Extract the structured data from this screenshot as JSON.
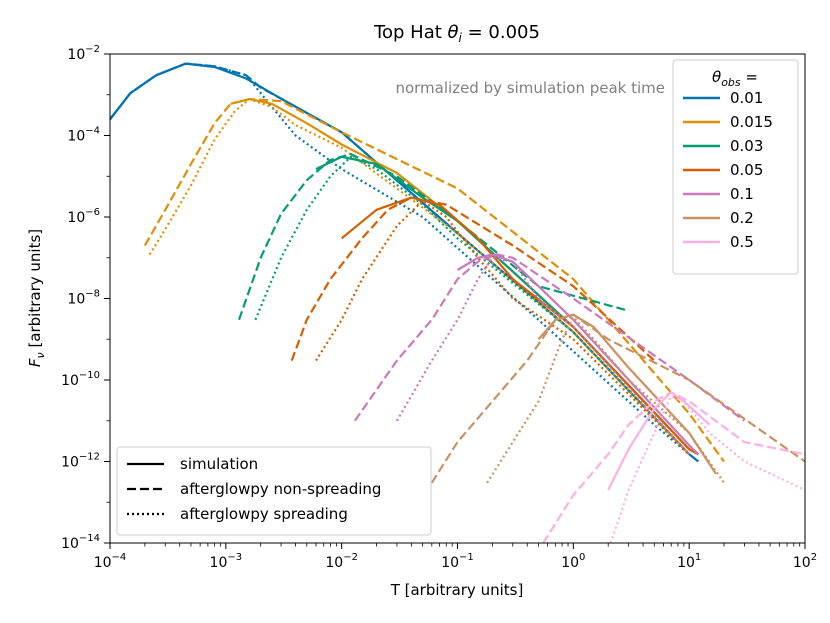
{
  "chart_data": {
    "type": "line",
    "title_prefix": "Top Hat ",
    "title_theta": "θ",
    "title_sub": "i",
    "title_suffix": " = 0.005",
    "xlabel": "T [arbitrary units]",
    "ylabel_main": "F",
    "ylabel_sub": "ν",
    "ylabel_rest": " [arbitrary units]",
    "x_scale": "log",
    "y_scale": "log",
    "xlim": [
      0.0001,
      100
    ],
    "ylim": [
      1e-14,
      0.01
    ],
    "x_ticks": [
      {
        "value": 0.0001,
        "base": "10",
        "exp": "−4"
      },
      {
        "value": 0.001,
        "base": "10",
        "exp": "−3"
      },
      {
        "value": 0.01,
        "base": "10",
        "exp": "−2"
      },
      {
        "value": 0.1,
        "base": "10",
        "exp": "−1"
      },
      {
        "value": 1,
        "base": "10",
        "exp": "0"
      },
      {
        "value": 10,
        "base": "10",
        "exp": "1"
      },
      {
        "value": 100,
        "base": "10",
        "exp": "2"
      }
    ],
    "y_ticks": [
      {
        "value": 1e-14,
        "base": "10",
        "exp": "−14"
      },
      {
        "value": 1e-12,
        "base": "10",
        "exp": "−12"
      },
      {
        "value": 1e-10,
        "base": "10",
        "exp": "−10"
      },
      {
        "value": 1e-08,
        "base": "10",
        "exp": "−8"
      },
      {
        "value": 1e-06,
        "base": "10",
        "exp": "−6"
      },
      {
        "value": 0.0001,
        "base": "10",
        "exp": "−4"
      },
      {
        "value": 0.01,
        "base": "10",
        "exp": "−2"
      }
    ],
    "annotation": "normalized by simulation peak time",
    "legend_colors": {
      "title_theta": "θ",
      "title_sub": "obs",
      "title_suffix": " =",
      "placement": "upper-right"
    },
    "legend_styles": {
      "placement": "lower-left",
      "items": [
        {
          "label": "simulation",
          "style": "solid"
        },
        {
          "label": "afterglowpy non-spreading",
          "style": "dashed"
        },
        {
          "label": "afterglowpy spreading",
          "style": "dotted"
        }
      ]
    },
    "series": [
      {
        "name": "0.01",
        "color": "#0173b2",
        "simulation": [
          [
            0.0001,
            0.00025
          ],
          [
            0.00015,
            0.0011
          ],
          [
            0.00025,
            0.003
          ],
          [
            0.00045,
            0.0058
          ],
          [
            0.0008,
            0.0048
          ],
          [
            0.0015,
            0.0025
          ],
          [
            0.003,
            0.0008
          ],
          [
            0.01,
            0.00012
          ],
          [
            0.1,
            4e-07
          ],
          [
            1,
            1.5e-09
          ],
          [
            10,
            1.5e-12
          ],
          [
            12,
            1e-12
          ]
        ],
        "nonspreading": [
          [
            0.0001,
            0.00025
          ],
          [
            0.00015,
            0.0011
          ],
          [
            0.00025,
            0.003
          ],
          [
            0.00045,
            0.0058
          ],
          [
            0.0008,
            0.005
          ],
          [
            0.0015,
            0.003
          ],
          [
            0.002,
            0.0015
          ],
          [
            0.003,
            0.0008
          ],
          [
            0.01,
            0.00012
          ],
          [
            0.1,
            4e-07
          ],
          [
            1,
            1.5e-09
          ],
          [
            10,
            1.5e-12
          ]
        ],
        "spreading": [
          [
            0.0001,
            0.00025
          ],
          [
            0.00015,
            0.0011
          ],
          [
            0.00025,
            0.003
          ],
          [
            0.00045,
            0.0058
          ],
          [
            0.0008,
            0.005
          ],
          [
            0.0015,
            0.003
          ],
          [
            0.0025,
            0.0005
          ],
          [
            0.004,
            0.0001
          ],
          [
            0.01,
            1.5e-05
          ],
          [
            0.05,
            1e-06
          ],
          [
            0.5,
            3e-09
          ],
          [
            5,
            8e-12
          ],
          [
            10,
            1.5e-12
          ]
        ]
      },
      {
        "name": "0.015",
        "color": "#de8f05",
        "simulation": [
          [
            0.0011,
            0.0006
          ],
          [
            0.0016,
            0.00078
          ],
          [
            0.0025,
            0.0006
          ],
          [
            0.005,
            0.0002
          ],
          [
            0.01,
            6e-05
          ],
          [
            0.03,
            1.2e-05
          ],
          [
            0.1,
            8e-07
          ],
          [
            1,
            2e-09
          ],
          [
            10,
            2e-12
          ],
          [
            12,
            1.5e-12
          ]
        ],
        "nonspreading": [
          [
            0.0002,
            2e-07
          ],
          [
            0.0003,
            1.5e-06
          ],
          [
            0.0005,
            2e-05
          ],
          [
            0.0008,
            0.0002
          ],
          [
            0.0011,
            0.0006
          ],
          [
            0.0016,
            0.00078
          ],
          [
            0.003,
            0.0007
          ],
          [
            0.01,
            0.00012
          ],
          [
            0.1,
            5e-06
          ],
          [
            1,
            3e-08
          ],
          [
            10,
            1.5e-11
          ],
          [
            20,
            1e-12
          ]
        ],
        "spreading": [
          [
            0.00022,
            1.2e-07
          ],
          [
            0.0003,
            5e-07
          ],
          [
            0.0005,
            6e-06
          ],
          [
            0.0008,
            8e-05
          ],
          [
            0.0012,
            0.0004
          ],
          [
            0.0016,
            0.00078
          ],
          [
            0.0025,
            0.0005
          ],
          [
            0.004,
            0.00018
          ],
          [
            0.01,
            5e-05
          ],
          [
            0.03,
            5e-06
          ],
          [
            0.1,
            4e-07
          ],
          [
            1,
            1.5e-09
          ],
          [
            10,
            1.5e-12
          ]
        ]
      },
      {
        "name": "0.03",
        "color": "#029e73",
        "simulation": [
          [
            0.006,
            1.5e-05
          ],
          [
            0.01,
            3e-05
          ],
          [
            0.02,
            2e-05
          ],
          [
            0.05,
            3e-06
          ],
          [
            0.1,
            8e-07
          ],
          [
            1,
            2e-09
          ],
          [
            10,
            2e-12
          ],
          [
            12,
            1.5e-12
          ]
        ],
        "nonspreading": [
          [
            0.0013,
            3e-09
          ],
          [
            0.002,
            1e-07
          ],
          [
            0.003,
            1.2e-06
          ],
          [
            0.005,
            8e-06
          ],
          [
            0.008,
            2.5e-05
          ],
          [
            0.012,
            3.5e-05
          ],
          [
            0.03,
            1e-05
          ],
          [
            0.1,
            8e-07
          ],
          [
            0.5,
            2e-08
          ],
          [
            3,
            5e-09
          ]
        ],
        "spreading": [
          [
            0.0018,
            3e-09
          ],
          [
            0.003,
            1e-07
          ],
          [
            0.005,
            1.5e-06
          ],
          [
            0.008,
            1e-05
          ],
          [
            0.012,
            3e-05
          ],
          [
            0.02,
            1.5e-05
          ],
          [
            0.05,
            2e-06
          ],
          [
            0.1,
            3e-07
          ],
          [
            1,
            1.5e-09
          ],
          [
            10,
            1.5e-12
          ]
        ]
      },
      {
        "name": "0.05",
        "color": "#d55e00",
        "simulation": [
          [
            0.01,
            3e-07
          ],
          [
            0.02,
            1.5e-06
          ],
          [
            0.04,
            3e-06
          ],
          [
            0.07,
            2e-06
          ],
          [
            0.15,
            3e-07
          ],
          [
            0.3,
            3e-08
          ],
          [
            1,
            2e-09
          ],
          [
            10,
            2e-12
          ],
          [
            12,
            1.5e-12
          ]
        ],
        "nonspreading": [
          [
            0.0037,
            3e-10
          ],
          [
            0.005,
            3e-09
          ],
          [
            0.008,
            3e-08
          ],
          [
            0.015,
            3e-07
          ],
          [
            0.025,
            1.5e-06
          ],
          [
            0.04,
            3e-06
          ],
          [
            0.08,
            2e-06
          ],
          [
            0.3,
            2e-07
          ],
          [
            1,
            2e-08
          ],
          [
            5,
            3e-10
          ]
        ],
        "spreading": [
          [
            0.006,
            3e-10
          ],
          [
            0.01,
            3e-09
          ],
          [
            0.015,
            3e-08
          ],
          [
            0.03,
            6e-07
          ],
          [
            0.05,
            2.5e-06
          ],
          [
            0.08,
            1e-06
          ],
          [
            0.15,
            1e-07
          ],
          [
            0.3,
            1e-08
          ],
          [
            1,
            1e-09
          ],
          [
            10,
            1.5e-12
          ]
        ]
      },
      {
        "name": "0.1",
        "color": "#cc78bc",
        "simulation": [
          [
            0.1,
            5e-08
          ],
          [
            0.15,
            1e-07
          ],
          [
            0.2,
            1.2e-07
          ],
          [
            0.3,
            8e-08
          ],
          [
            0.5,
            2e-08
          ],
          [
            1,
            3e-09
          ],
          [
            10,
            2.5e-12
          ],
          [
            12,
            1.5e-12
          ]
        ],
        "nonspreading": [
          [
            0.013,
            1e-11
          ],
          [
            0.03,
            3e-10
          ],
          [
            0.06,
            3e-09
          ],
          [
            0.1,
            3e-08
          ],
          [
            0.15,
            8e-08
          ],
          [
            0.22,
            1.2e-07
          ],
          [
            0.3,
            1e-07
          ],
          [
            1,
            1e-08
          ],
          [
            10,
            1e-10
          ],
          [
            30,
            1e-11
          ]
        ],
        "spreading": [
          [
            0.03,
            1e-11
          ],
          [
            0.06,
            3e-10
          ],
          [
            0.1,
            3e-09
          ],
          [
            0.15,
            3e-08
          ],
          [
            0.2,
            1e-07
          ],
          [
            0.3,
            8e-08
          ],
          [
            0.5,
            1e-08
          ],
          [
            1,
            2e-09
          ],
          [
            10,
            1.5e-12
          ]
        ]
      },
      {
        "name": "0.2",
        "color": "#ca9161",
        "simulation": [
          [
            0.5,
            1e-09
          ],
          [
            0.7,
            3e-09
          ],
          [
            1,
            4e-09
          ],
          [
            1.5,
            2e-09
          ],
          [
            3,
            2e-10
          ],
          [
            10,
            5e-12
          ],
          [
            17,
            5e-13
          ]
        ],
        "nonspreading": [
          [
            0.06,
            3e-13
          ],
          [
            0.1,
            3e-12
          ],
          [
            0.2,
            3e-11
          ],
          [
            0.4,
            3e-10
          ],
          [
            0.7,
            3e-09
          ],
          [
            1,
            4e-09
          ],
          [
            2,
            1e-09
          ],
          [
            10,
            1e-10
          ],
          [
            100,
            1e-12
          ]
        ],
        "spreading": [
          [
            0.18,
            3e-13
          ],
          [
            0.3,
            3e-12
          ],
          [
            0.5,
            3e-11
          ],
          [
            0.8,
            1e-09
          ],
          [
            1,
            3.5e-09
          ],
          [
            1.5,
            1e-09
          ],
          [
            3,
            1e-10
          ],
          [
            10,
            5e-12
          ],
          [
            20,
            3e-13
          ]
        ]
      },
      {
        "name": "0.5",
        "color": "#fbafe4",
        "simulation": [
          [
            2,
            2e-13
          ],
          [
            3,
            2e-12
          ],
          [
            5,
            2e-11
          ],
          [
            7,
            5e-11
          ],
          [
            9,
            3e-11
          ],
          [
            15,
            8e-12
          ]
        ],
        "nonspreading": [
          [
            0.55,
            1e-14
          ],
          [
            1,
            1.5e-13
          ],
          [
            2,
            1.5e-12
          ],
          [
            3,
            8e-12
          ],
          [
            5,
            3e-11
          ],
          [
            7,
            5e-11
          ],
          [
            10,
            3e-11
          ],
          [
            30,
            3e-12
          ],
          [
            100,
            1.5e-12
          ]
        ],
        "spreading": [
          [
            2.1,
            1e-14
          ],
          [
            3,
            2e-13
          ],
          [
            5,
            5e-12
          ],
          [
            7,
            4e-11
          ],
          [
            9,
            3e-11
          ],
          [
            15,
            5e-12
          ],
          [
            30,
            1e-12
          ],
          [
            100,
            2e-13
          ]
        ]
      }
    ]
  }
}
